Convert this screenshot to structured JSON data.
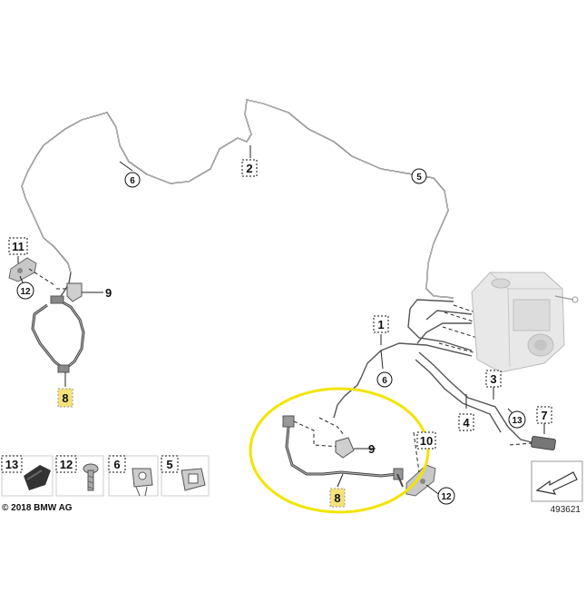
{
  "diagram": {
    "copyright": "© 2018 BMW AG",
    "reference_number": "493621",
    "callouts": {
      "c1": "1",
      "c2": "2",
      "c3": "3",
      "c4": "4",
      "c5": "5",
      "c6a": "6",
      "c6b": "6",
      "c7": "7",
      "c8a": "8",
      "c8b": "8",
      "c9a": "9",
      "c9b": "9",
      "c10": "10",
      "c11": "11",
      "c12a": "12",
      "c12b": "12",
      "c13": "13"
    },
    "legend": [
      {
        "number": "13",
        "part_icon": "clip-icon"
      },
      {
        "number": "12",
        "part_icon": "bolt-icon"
      },
      {
        "number": "6",
        "part_icon": "grommet-icon"
      },
      {
        "number": "5",
        "part_icon": "holder-icon"
      }
    ],
    "highlight_color": "#f2e400",
    "label_highlight_color": "#f6e27a"
  }
}
